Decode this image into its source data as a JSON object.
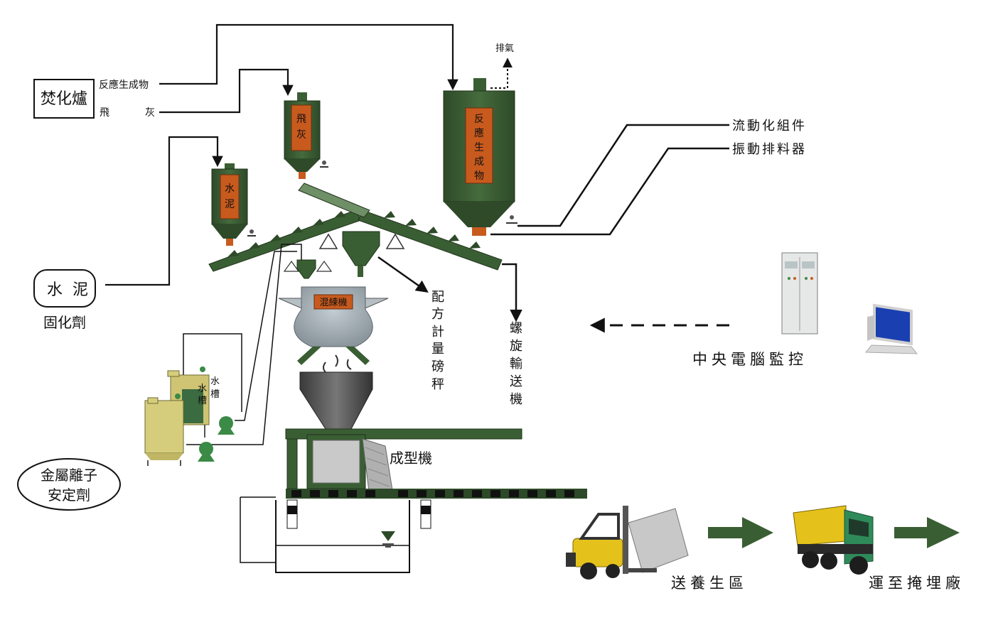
{
  "labels": {
    "incinerator": "焚化爐",
    "reaction_product": "反應生成物",
    "fly_ash_a": "飛",
    "fly_ash_b": "灰",
    "exhaust": "排氣",
    "fluidization_unit": "流動化組件",
    "vibration_discharger": "振動排料器",
    "cement_a": "水",
    "cement_b": "泥",
    "solidifier": "固化劑",
    "metal_stabilizer_line1": "金屬離子",
    "metal_stabilizer_line2": "安定劑",
    "batching_scale": [
      "配",
      "方",
      "計",
      "量",
      "磅",
      "秤"
    ],
    "screw_conveyor": [
      "螺",
      "旋",
      "輸",
      "送",
      "機"
    ],
    "central_control": "中央電腦監控",
    "forming_machine": "成型機",
    "curing_area": "送養生區",
    "to_landfill": "運至掩埋廠"
  },
  "silos": {
    "fly_ash": [
      "飛",
      "灰"
    ],
    "reaction_product": [
      "反",
      "應",
      "生",
      "成",
      "物"
    ],
    "cement": [
      "水",
      "泥"
    ]
  },
  "mixer_label": "混練機",
  "water_tank": [
    "水",
    "槽"
  ],
  "colors": {
    "equipment_green": "#3a5e33",
    "dark_green": "#2c4a27",
    "silo_label_orange": "#c85a1e",
    "mixer_gray": "#9eaab0",
    "tank_yellow": "#d6cd7c",
    "pump_green": "#3b8a46",
    "truck_yellow": "#e5c21b",
    "truck_green": "#2f8a5a",
    "arrow_green": "#3a5e33"
  }
}
